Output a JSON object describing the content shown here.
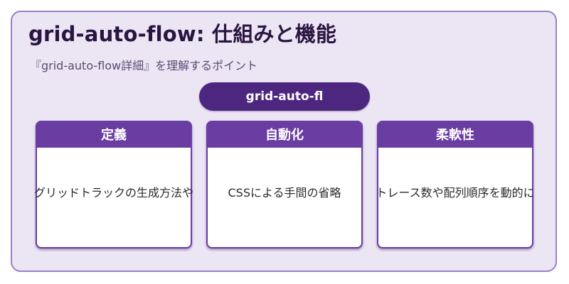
{
  "title": "grid-auto-flow: 仕組みと機能",
  "subtitle": "『grid-auto-flow詳細』を理解するポイント",
  "center_label": "grid-auto-fl",
  "cards": [
    {
      "header": "定義",
      "text": "グリッドトラックの生成方法や"
    },
    {
      "header": "自動化",
      "text": "CSSによる手間の省略"
    },
    {
      "header": "柔軟性",
      "text": "トレース数や配列順序を動的に"
    }
  ],
  "colors": {
    "background_panel": "#ece5f4",
    "panel_border": "#9b7fc6",
    "pill": "#4d2680",
    "card_header": "#6a3da3"
  }
}
